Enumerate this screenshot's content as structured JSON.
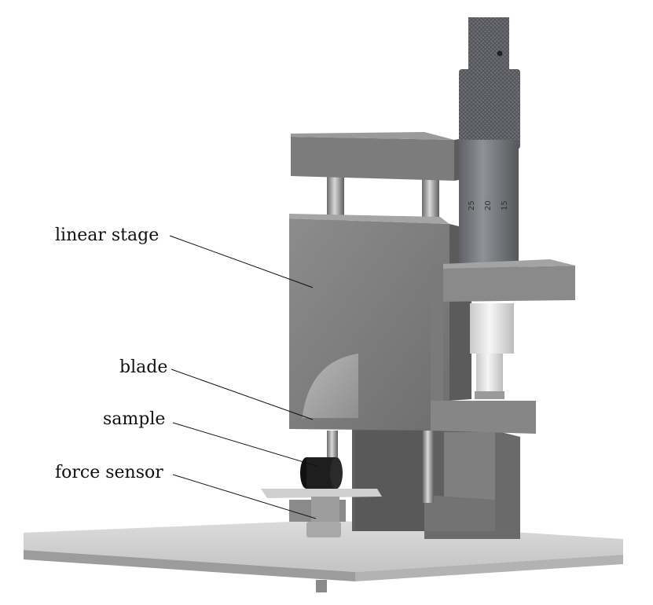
{
  "labels": {
    "linear_stage": "linear stage",
    "blade": "blade",
    "sample": "sample",
    "force_sensor": "force sensor"
  },
  "micrometer_scale": [
    "25",
    "20",
    "15"
  ]
}
